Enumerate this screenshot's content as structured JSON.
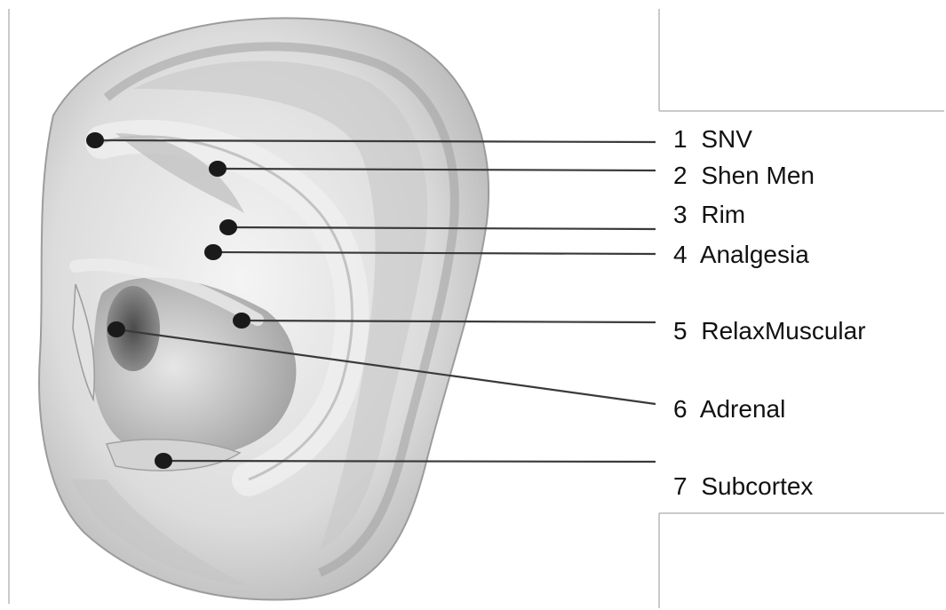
{
  "diagram": {
    "points": [
      {
        "number": "1",
        "name": "SNV"
      },
      {
        "number": "2",
        "name": "Shen Men"
      },
      {
        "number": "3",
        "name": "Rim"
      },
      {
        "number": "4",
        "name": "Analgesia"
      },
      {
        "number": "5",
        "name": "RelaxMuscular"
      },
      {
        "number": "6",
        "name": "Adrenal"
      },
      {
        "number": "7",
        "name": "Subcortex"
      }
    ],
    "colors": {
      "point": "#1a1a1a",
      "leader_line": "#3a3a3a",
      "ear_skin": "#d9d9d9",
      "ear_shadow": "#8e8e8e",
      "frame_line": "#b0b0b0"
    }
  }
}
